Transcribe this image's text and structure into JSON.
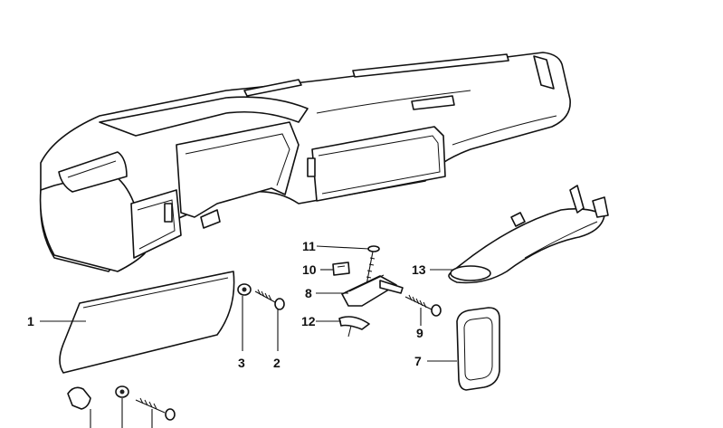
{
  "diagram": {
    "callouts": {
      "c1": "1",
      "c2": "2",
      "c3": "3",
      "c7": "7",
      "c8": "8",
      "c9": "9",
      "c10": "10",
      "c11": "11",
      "c12": "12",
      "c13": "13"
    }
  }
}
